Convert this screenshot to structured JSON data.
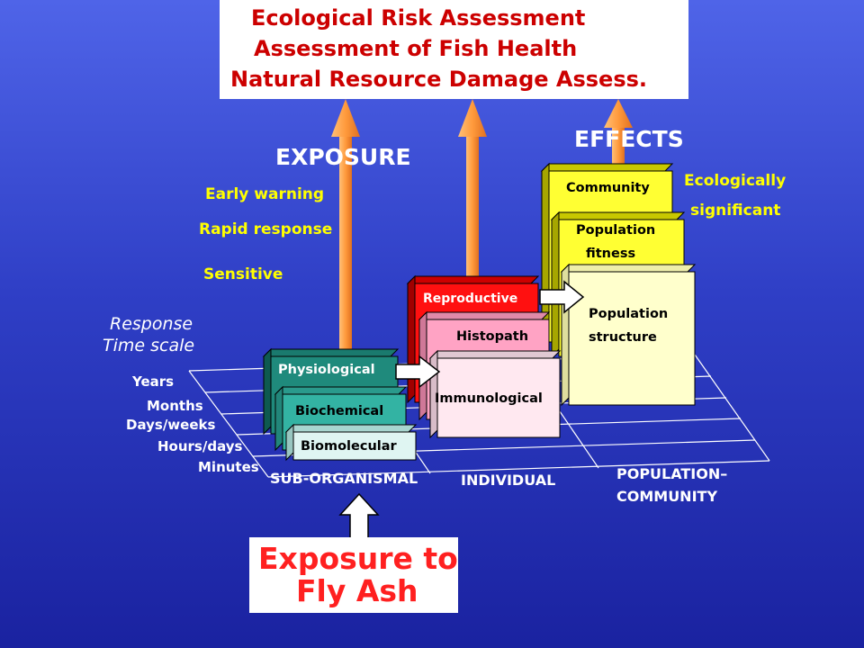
{
  "title": {
    "line1": "Ecological Risk Assessment",
    "line2": "Assessment of Fish Health",
    "line3": "Natural Resource Damage Assess."
  },
  "headers": {
    "exposure": "EXPOSURE",
    "effects": "EFFECTS"
  },
  "notes": {
    "early_warning": "Early warning",
    "rapid_response": "Rapid response",
    "sensitive": "Sensitive",
    "ecologically": "Ecologically",
    "significant": "significant"
  },
  "time_axis": {
    "response": "Response",
    "time_scale": "Time scale",
    "ticks": [
      "Years",
      "Months",
      "Days/weeks",
      "Hours/days",
      "Minutes"
    ]
  },
  "levels": {
    "sub_organismal": "SUB-ORGANISMAL",
    "individual": "INDIVIDUAL",
    "population_line1": "POPULATION–",
    "population_line2": "COMMUNITY"
  },
  "boxes": {
    "physiological": "Physiological",
    "biochemical": "Biochemical",
    "biomolecular": "Biomolecular",
    "reproductive": "Reproductive",
    "histopath": "Histopath",
    "immunological": "Immunological",
    "community": "Community",
    "population_fitness_line1": "Population",
    "population_fitness_line2": "fitness",
    "population_structure_line1": "Population",
    "population_structure_line2": "structure"
  },
  "fly_ash": {
    "line1": "Exposure to",
    "line2": "Fly Ash"
  },
  "colors": {
    "title_red": "#cc0000",
    "arrow_orange": "#ff9a3c",
    "note_yellow": "#ffff00",
    "teal_face": "#33b3a3",
    "teal_dark": "#1a7a6e",
    "red_face": "#ff1010",
    "pink_face": "#ffa3c4",
    "yellow_face": "#ffff33",
    "cream_face": "#ffffcc"
  }
}
